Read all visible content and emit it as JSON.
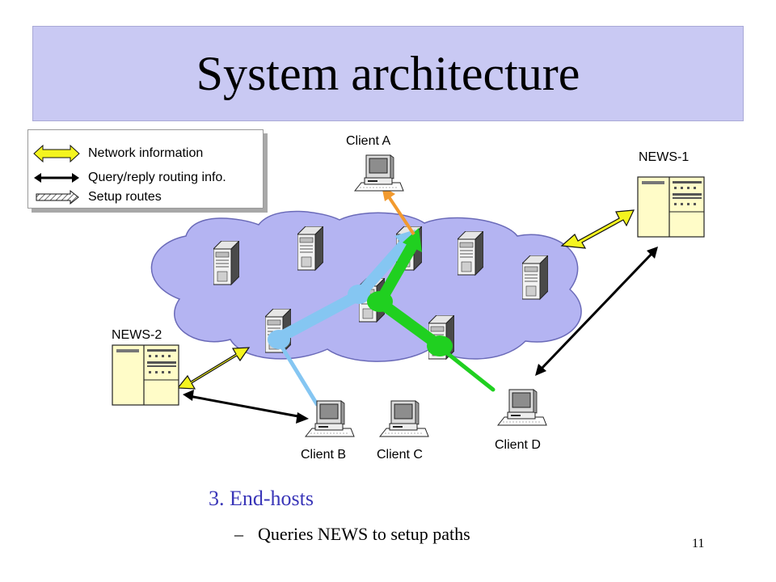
{
  "title": "System architecture",
  "legend": {
    "items": [
      {
        "label": "Network information",
        "arrow_color": "#f4f41e",
        "arrow_style": "double-arrow-yellow"
      },
      {
        "label": "Query/reply routing info.",
        "arrow_color": "#000000",
        "arrow_style": "double-arrow-black"
      },
      {
        "label": "Setup routes",
        "arrow_color": "#ffffff",
        "arrow_style": "hatched-arrow"
      }
    ]
  },
  "nodes": {
    "client_a": "Client A",
    "client_b": "Client B",
    "client_c": "Client C",
    "client_d": "Client D",
    "news_1": "NEWS-1",
    "news_2": "NEWS-2"
  },
  "colors": {
    "cloud": "#b4b4f2",
    "path_blue": "#85c6f2",
    "path_green": "#20d020",
    "path_orange": "#f29a2e",
    "news_box": "#fffcc8",
    "network_info_arrow": "#f4f41e"
  },
  "bullets": {
    "main": "3. End-hosts",
    "sub_dash": "–",
    "sub": "Queries NEWS to setup paths"
  },
  "page_number": "11"
}
